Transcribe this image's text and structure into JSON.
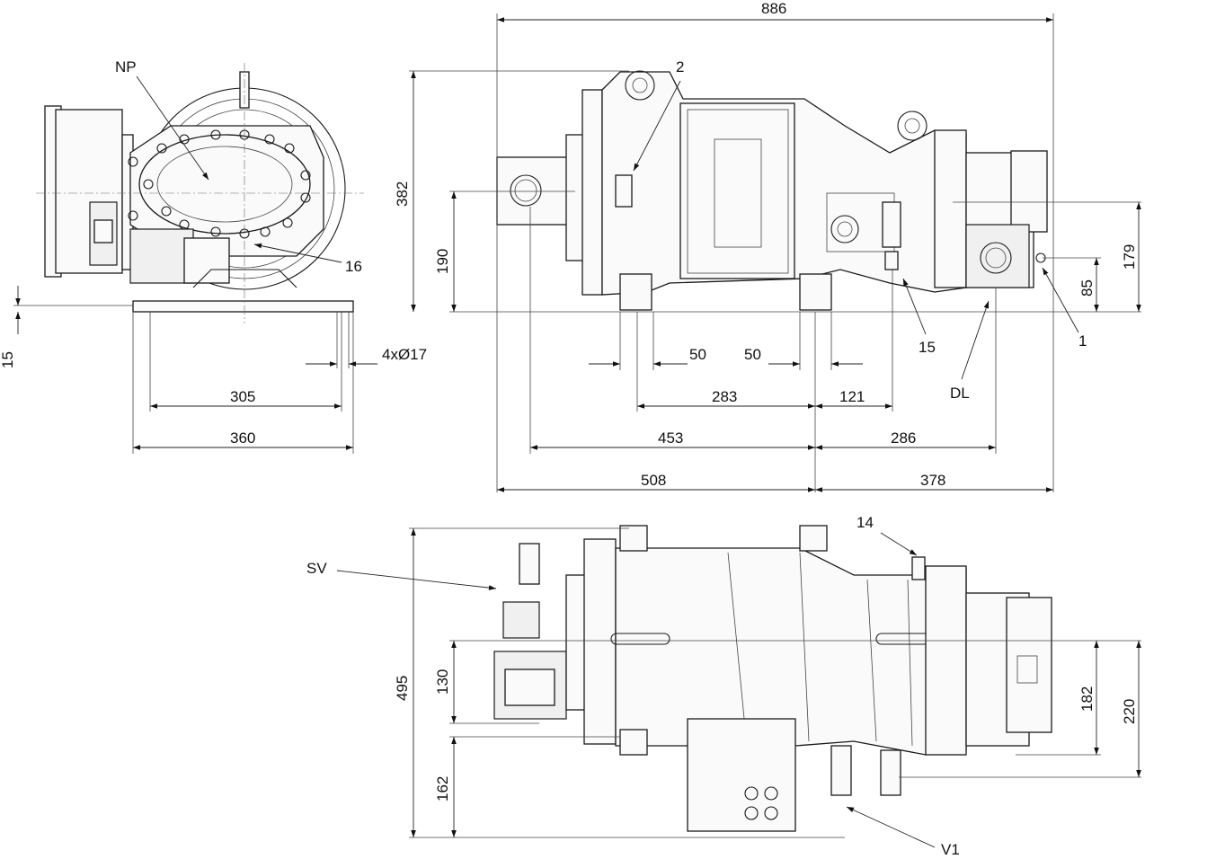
{
  "labels": {
    "np": "NP",
    "sv": "SV",
    "v1": "V1",
    "dl": "DL",
    "n1": "1",
    "n2": "2",
    "n14": "14",
    "n15": "15",
    "n16": "16"
  },
  "dimensions": {
    "d886": "886",
    "d382": "382",
    "d190": "190",
    "d179": "179",
    "d85": "85",
    "d15": "15",
    "d305": "305",
    "d360": "360",
    "d4x17": "4xØ17",
    "d50a": "50",
    "d50b": "50",
    "d283": "283",
    "d121": "121",
    "d453": "453",
    "d286": "286",
    "d508": "508",
    "d378": "378",
    "d495": "495",
    "d130": "130",
    "d162": "162",
    "d182": "182",
    "d220": "220"
  }
}
